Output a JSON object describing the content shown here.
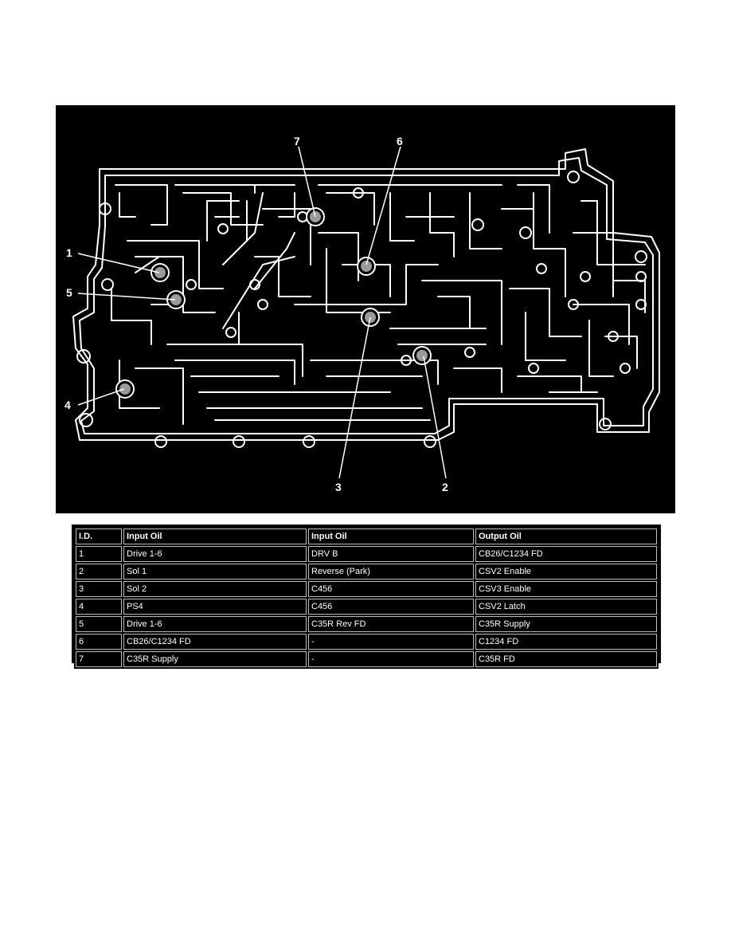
{
  "diagram": {
    "callouts": [
      {
        "id": "1",
        "label": "1"
      },
      {
        "id": "2",
        "label": "2"
      },
      {
        "id": "3",
        "label": "3"
      },
      {
        "id": "4",
        "label": "4"
      },
      {
        "id": "5",
        "label": "5"
      },
      {
        "id": "6",
        "label": "6"
      },
      {
        "id": "7",
        "label": "7"
      }
    ],
    "colors": {
      "background": "#000000",
      "lines": "#ffffff",
      "ball": "#9a9a9a"
    }
  },
  "table": {
    "headers": [
      "I.D.",
      "Input Oil",
      "Input Oil",
      "Output Oil"
    ],
    "rows": [
      [
        "1",
        "Drive 1-6",
        "DRV B",
        "CB26/C1234 FD"
      ],
      [
        "2",
        "Sol 1",
        "Reverse (Park)",
        "CSV2 Enable"
      ],
      [
        "3",
        "Sol 2",
        "C456",
        "CSV3 Enable"
      ],
      [
        "4",
        "PS4",
        "C456",
        "CSV2 Latch"
      ],
      [
        "5",
        "Drive 1-6",
        "C35R Rev FD",
        "C35R Supply"
      ],
      [
        "6",
        "CB26/C1234 FD",
        "-",
        "C1234 FD"
      ],
      [
        "7",
        "C35R Supply",
        "-",
        "C35R FD"
      ]
    ]
  }
}
